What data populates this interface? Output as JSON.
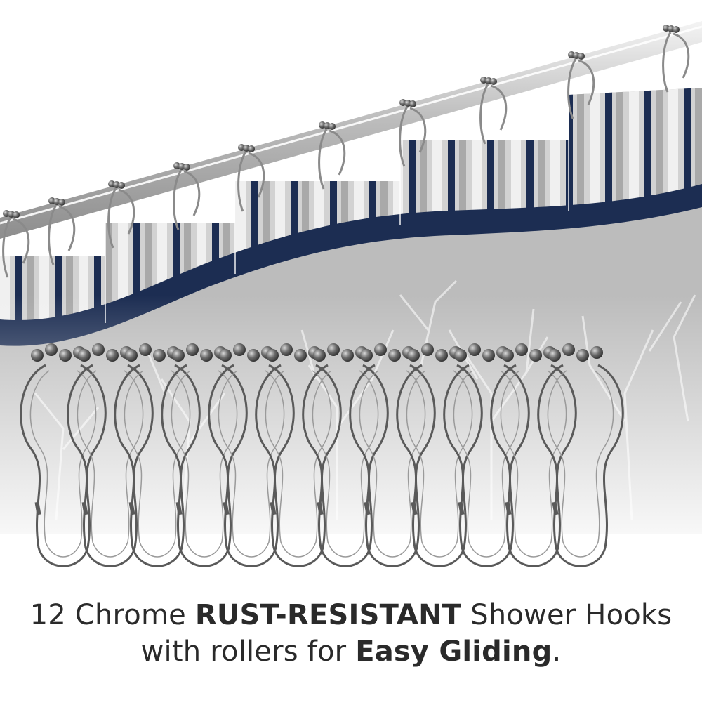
{
  "product": {
    "hook_count": 12,
    "caption": {
      "line1": {
        "pre": "12 Chrome ",
        "emph": "RUST-RESISTANT",
        "post": " Shower Hooks"
      },
      "line2": {
        "pre": "with rollers for ",
        "emph": "Easy Gliding",
        "post": "."
      }
    }
  },
  "colors": {
    "navy": "#1c2d52",
    "curtain_gray": "#bcbcbc",
    "stripe_light": "#e6e6e6",
    "chrome": "#5a5a5a",
    "rod": "#c9c9c9",
    "text": "#2a2a2a"
  }
}
